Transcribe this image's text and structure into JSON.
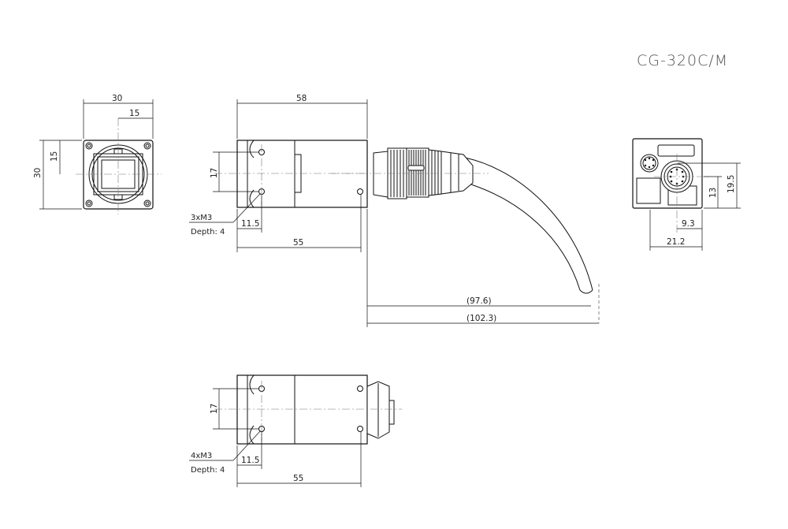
{
  "title": "CG-320C/M",
  "front_view": {
    "width": "30",
    "half_width": "15",
    "height": "30",
    "half_height": "15"
  },
  "side_view": {
    "length": "58",
    "height": "17",
    "hole_offset": "11.5",
    "body_length": "55",
    "cable_length_1": "(97.6)",
    "cable_length_2": "(102.3)",
    "hole_spec": "3xM3",
    "hole_depth": "Depth: 4"
  },
  "bottom_view": {
    "height": "17",
    "hole_offset": "11.5",
    "body_length": "55",
    "hole_spec": "4xM3",
    "hole_depth": "Depth: 4"
  },
  "rear_view": {
    "dim_19_5": "19.5",
    "dim_13": "13",
    "dim_9_3": "9.3",
    "dim_21_2": "21.2"
  }
}
